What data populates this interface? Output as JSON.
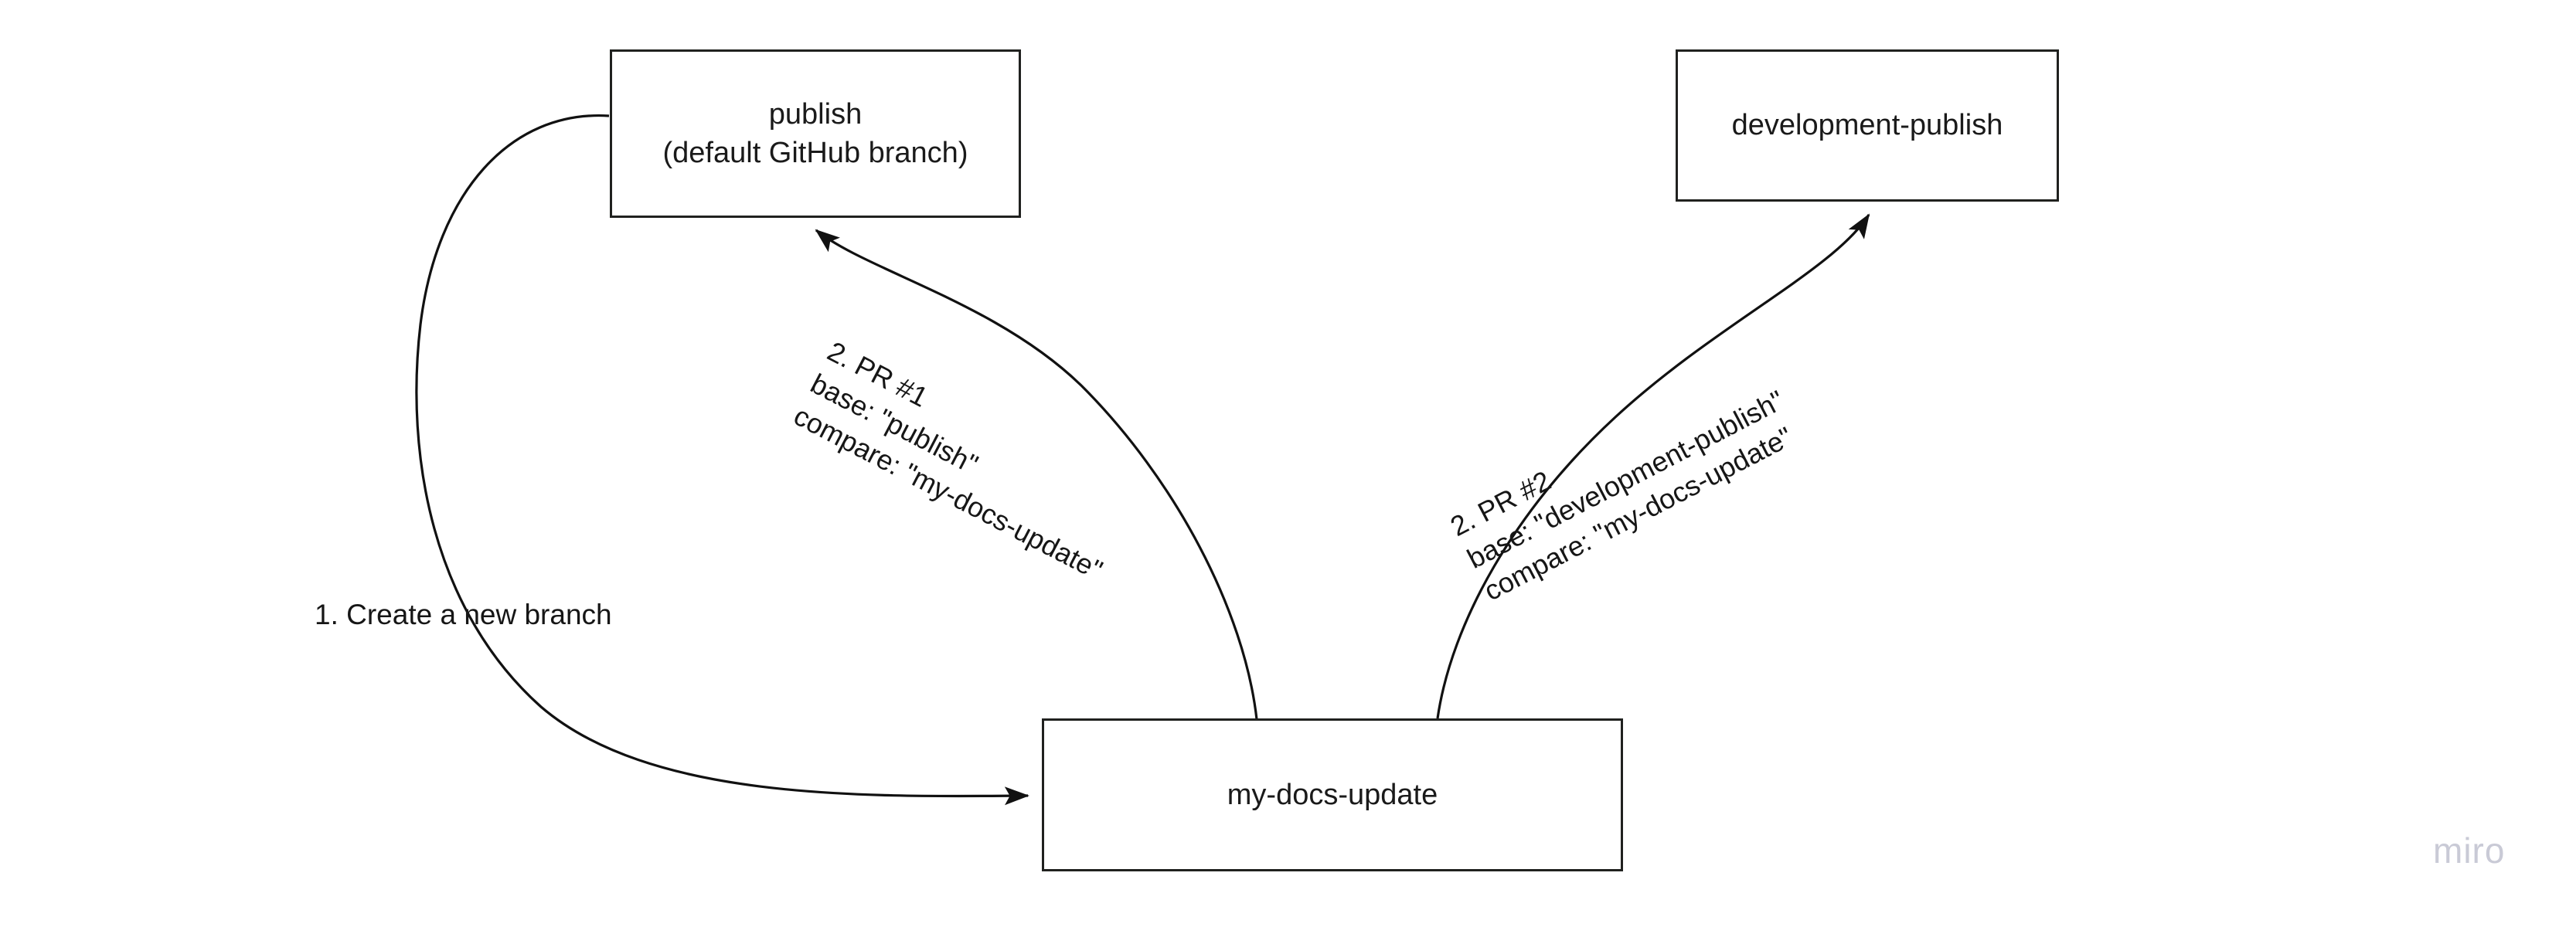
{
  "diagram": {
    "title": "GitHub branch and pull request workflow",
    "background_color": "#ffffff",
    "stroke_color": "#20211f",
    "text_color": "#1a1a1a"
  },
  "nodes": [
    {
      "id": "publish",
      "label": "publish\n(default GitHub branch)",
      "line1": "publish",
      "line2": "(default GitHub branch)"
    },
    {
      "id": "development-publish",
      "label": "development-publish"
    },
    {
      "id": "my-docs-update",
      "label": "my-docs-update"
    }
  ],
  "edges": [
    {
      "id": "create-branch",
      "from": "publish",
      "to": "my-docs-update",
      "label": "1. Create a new branch",
      "rotation_deg": 0
    },
    {
      "id": "pr1",
      "from": "my-docs-update",
      "to": "publish",
      "label": "2. PR #1\nbase: \"publish\"\ncompare: \"my-docs-update\"",
      "line1": "2. PR #1",
      "line2": "base: \"publish\"",
      "line3": "compare: \"my-docs-update\"",
      "rotation_deg": 27.5
    },
    {
      "id": "pr2",
      "from": "my-docs-update",
      "to": "development-publish",
      "label": "2. PR #2\nbase: \"development-publish\"\ncompare: \"my-docs-update\"",
      "line1": "2. PR #2",
      "line2": "base: \"development-publish\"",
      "line3": "compare: \"my-docs-update\"",
      "rotation_deg": -27.5
    }
  ],
  "watermark": {
    "text": "miro",
    "color": "#c9cad6"
  }
}
